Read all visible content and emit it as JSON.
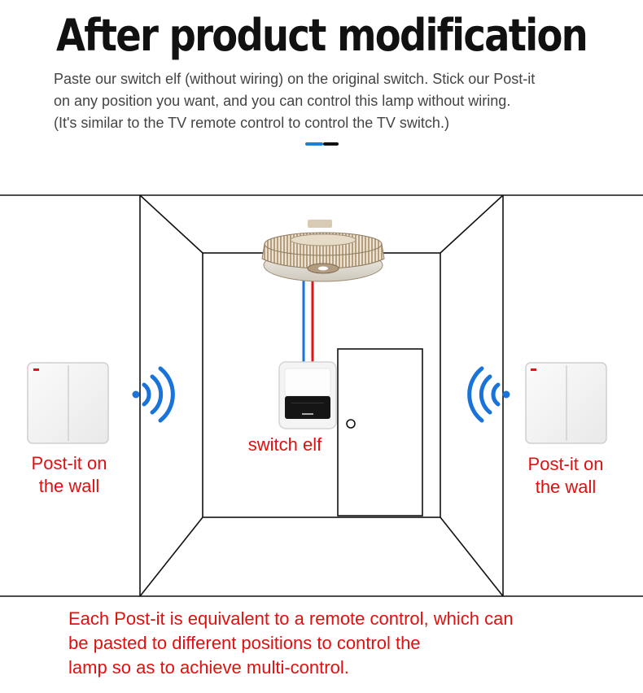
{
  "title": "After product modification",
  "intro": {
    "line1": "Paste our switch elf (without wiring) on the original switch. Stick our Post-it",
    "line2": "on any position you want, and you can control this lamp without wiring.",
    "line3": "(It's similar to the TV remote control to control the TV switch.)"
  },
  "labels": {
    "switch_elf": "switch elf",
    "post_it_left_line1": "Post-it on",
    "post_it_left_line2": "the wall",
    "post_it_right_line1": "Post-it on",
    "post_it_right_line2": "the wall"
  },
  "bottom_text": {
    "line1": "Each Post-it is equivalent to a remote control, which can",
    "line2": "be pasted to different positions to control the",
    "line3": "lamp so as to achieve multi-control."
  },
  "colors": {
    "accent_blue": "#1a7fd8",
    "label_red": "#e01010",
    "wire_red": "#e01515",
    "wire_blue": "#1a73d9",
    "signal_blue": "#1a73d9"
  },
  "icons": [
    "ceiling-lamp-icon",
    "switch-elf-icon",
    "wall-switch-icon",
    "wifi-signal-icon",
    "door-icon"
  ]
}
